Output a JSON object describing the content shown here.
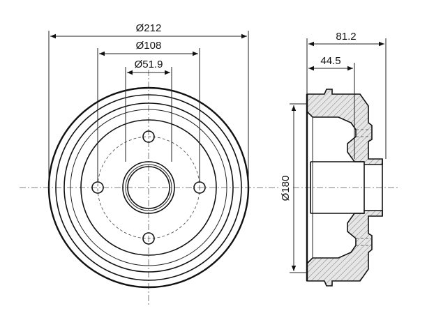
{
  "dimensions": {
    "outer_diameter": "Ø212",
    "bolt_circle_diameter": "Ø108",
    "center_bore_diameter": "Ø51.9",
    "drum_inner_diameter": "Ø180",
    "total_height": "81.2",
    "flange_height": "44.5"
  }
}
